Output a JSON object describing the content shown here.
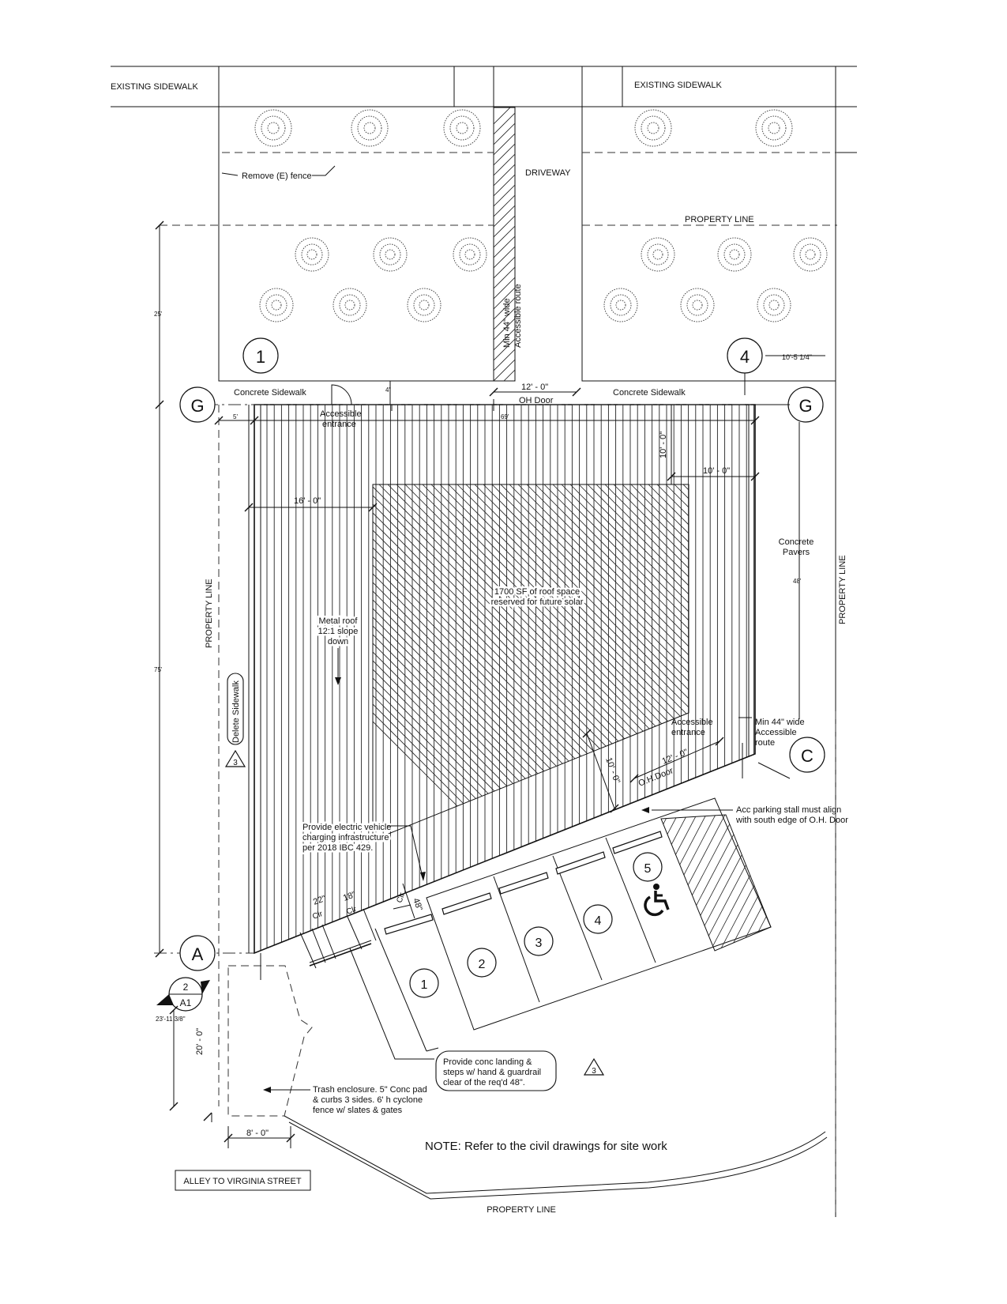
{
  "sidewalk_labels": {
    "existing_left": "EXISTING SIDEWALK",
    "existing_right": "EXISTING SIDEWALK",
    "concrete_left": "Concrete Sidewalk",
    "concrete_right": "Concrete Sidewalk",
    "delete": "Delete Sidewalk"
  },
  "property_lines": {
    "north_right": "PROPERTY LINE",
    "west": "PROPERTY LINE",
    "east": "PROPERTY LINE",
    "south": "PROPERTY LINE"
  },
  "notes": {
    "remove_fence": "Remove (E) fence",
    "driveway": "DRIVEWAY",
    "route_line1": "Min 44\" wide",
    "route_line2": "Accessible route",
    "oh_door_top": "OH Door",
    "acc_entrance_top_1": "Accessible",
    "acc_entrance_top_2": "entrance",
    "acc_entrance_right_1": "Accessible",
    "acc_entrance_right_2": "entrance",
    "min44_right_1": "Min 44\" wide",
    "min44_right_2": "Accessible",
    "min44_right_3": "route",
    "concrete_pavers_1": "Concrete",
    "concrete_pavers_2": "Pavers",
    "solar_1": "1700 SF of roof space",
    "solar_2": "reserved for future solar",
    "metal_roof_1": "Metal roof",
    "metal_roof_2": "12:1 slope",
    "metal_roof_3": "down",
    "oh_door_angled": "O.H.Door",
    "acc_stall_1": "Acc parking stall must align",
    "acc_stall_2": "with south edge of O.H. Door",
    "ev_1": "Provide electric vehicle",
    "ev_2": "charging infrastructure",
    "ev_3": "per 2018 IBC 429.",
    "landing_1": "Provide conc landing &",
    "landing_2": "steps w/ hand & guardrail",
    "landing_3": "clear of the req'd 48\".",
    "trash_1": "Trash enclosure. 5\" Conc pad",
    "trash_2": "& curbs 3 sides. 6' h cyclone",
    "trash_3": "fence w/ slates & gates",
    "civil_note": "NOTE: Refer to the civil drawings for site work",
    "alley": "ALLEY TO VIRGINIA STREET",
    "clr": "Clr"
  },
  "dimensions": {
    "d_25": "25'",
    "d_75": "75'",
    "d_5": "5'",
    "d_69": "69'",
    "d_4": "4'",
    "d_48": "48'",
    "d_12_top": "12' - 0\"",
    "d_10_5": "10'-5 1/4\"",
    "d_10_vert": "10' - 0\"",
    "d_10_horiz": "10' - 0\"",
    "d_16": "16' - 0\"",
    "d_10_angled": "10' - 0\"",
    "d_12_angled": "12' - 0\"",
    "d_22in": "22\"",
    "d_18in": "18\"",
    "d_48in": "48\"",
    "d_20": "20' - 0\"",
    "d_8": "8' - 0\"",
    "d_23": "23'-11 3/8\""
  },
  "grid_bubbles": {
    "g_left": "G",
    "g_right": "G",
    "one": "1",
    "four": "4",
    "a": "A",
    "c": "C"
  },
  "section_marker": {
    "number": "2",
    "sheet": "A1"
  },
  "revision_tags": [
    "3",
    "3"
  ],
  "parking_stalls": [
    "1",
    "2",
    "3",
    "4",
    "5"
  ],
  "accessible_symbol_icon": "wheelchair-icon"
}
